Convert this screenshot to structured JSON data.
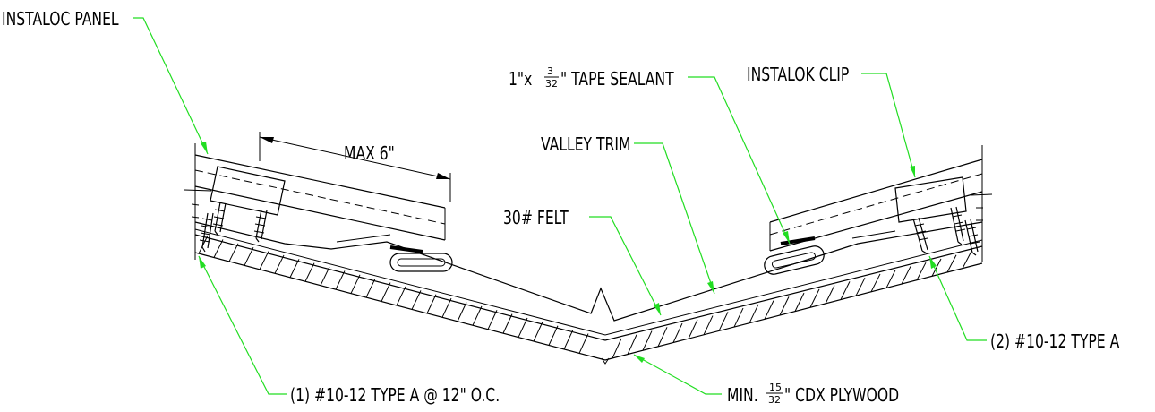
{
  "labels": {
    "instaloc_panel": "INSTALOC PANEL",
    "max_6": "MAX 6\"",
    "tape_sealant_prefix": "1\"x",
    "tape_sealant_frac_num": "3",
    "tape_sealant_frac_den": "32",
    "tape_sealant_suffix": "\" TAPE SEALANT",
    "instalok_clip": "INSTALOK CLIP",
    "valley_trim": "VALLEY TRIM",
    "felt": "30# FELT",
    "fastener_left": "(1) #10-12 TYPE A @ 12\" O.C.",
    "fastener_right": "(2) #10-12 TYPE A",
    "plywood_prefix": "MIN.",
    "plywood_frac_num": "15",
    "plywood_frac_den": "32",
    "plywood_suffix": "\" CDX PLYWOOD"
  },
  "colors": {
    "linework": "#000000",
    "leaders": "#22dd22",
    "background": "#ffffff"
  }
}
